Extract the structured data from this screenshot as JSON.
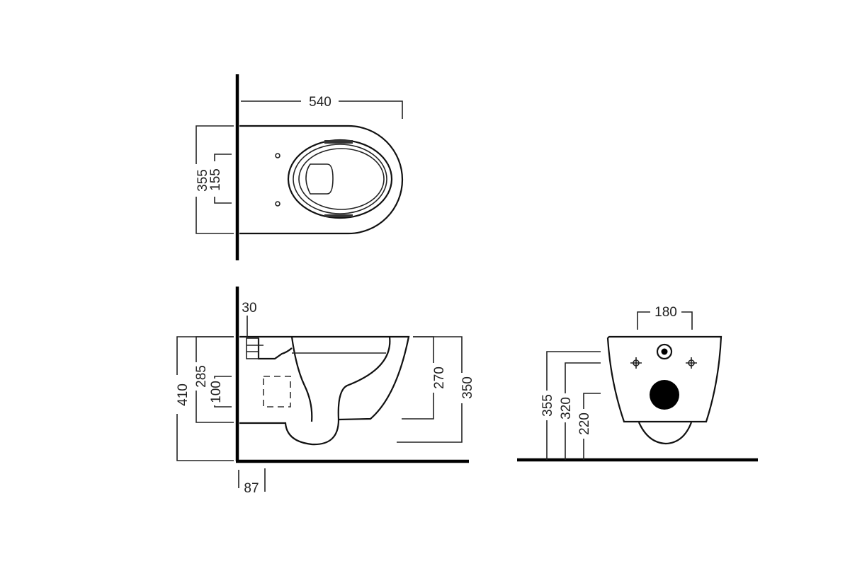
{
  "drawing": {
    "top_view": {
      "width_label": "540",
      "depth_label": "355",
      "holes_spacing_label": "155"
    },
    "side_view": {
      "inlet_offset_label": "30",
      "total_height_label": "410",
      "outlet_height_label": "285",
      "outlet_size_label": "100",
      "front_height_label": "270",
      "bowl_height_label": "350",
      "wall_offset_label": "87"
    },
    "front_view": {
      "bolt_spacing_label": "180",
      "inlet_height_label": "355",
      "bolt_height_label": "320",
      "outlet_height_label": "220"
    }
  }
}
